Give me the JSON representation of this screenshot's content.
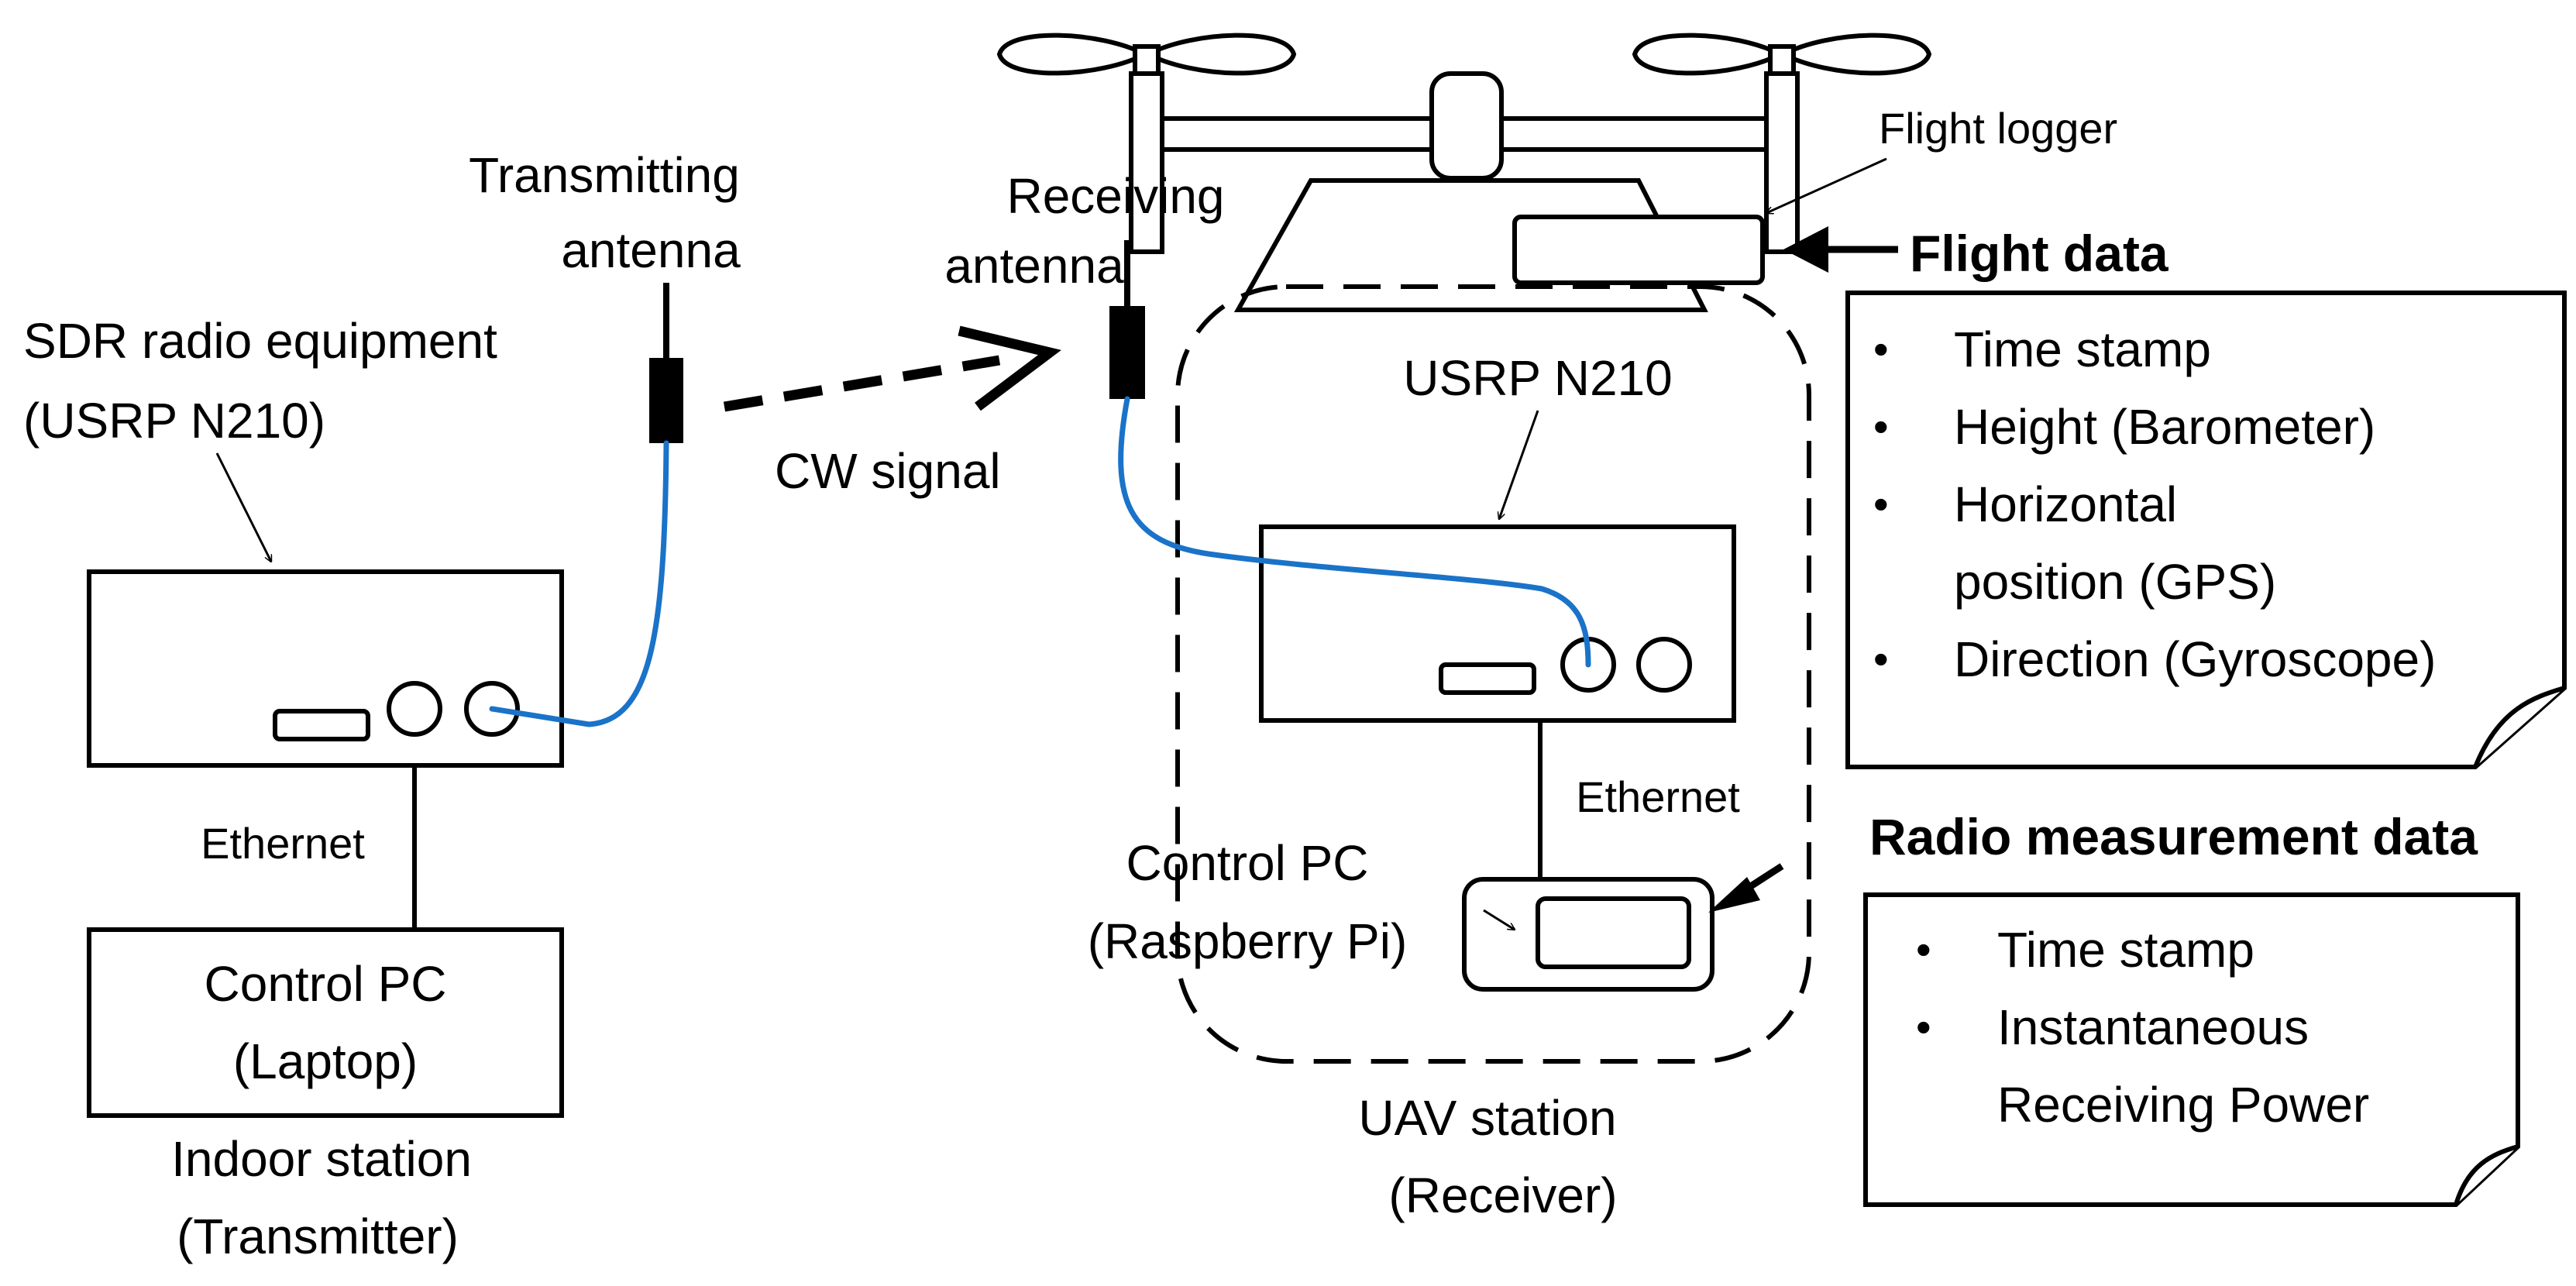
{
  "indoor": {
    "sdr_label_1": "SDR radio equipment",
    "sdr_label_2": "(USRP N210)",
    "tx_antenna_1": "Transmitting",
    "tx_antenna_2": "antenna",
    "ethernet": "Ethernet",
    "pc_1": "Control PC",
    "pc_2": "(Laptop)",
    "station_1": "Indoor station",
    "station_2": "(Transmitter)"
  },
  "link": {
    "signal": "CW signal"
  },
  "uav": {
    "rx_antenna_1": "Receiving",
    "rx_antenna_2": "antenna",
    "usrp": "USRP N210",
    "ethernet": "Ethernet",
    "pc_1": "Control PC",
    "pc_2": "(Raspberry Pi)",
    "station_1": "UAV station",
    "station_2": "(Receiver)",
    "flight_logger": "Flight logger"
  },
  "flight_data": {
    "title": "Flight data",
    "bullet": "•",
    "items": [
      "Time stamp",
      "Height (Barometer)",
      "Horizontal",
      "position (GPS)",
      "Direction (Gyroscope)"
    ]
  },
  "radio_data": {
    "title": "Radio measurement data",
    "bullet": "•",
    "items": [
      "Time stamp",
      "Instantaneous",
      "Receiving Power"
    ]
  },
  "colors": {
    "cable": "#1a73c8",
    "stroke": "#000000"
  }
}
